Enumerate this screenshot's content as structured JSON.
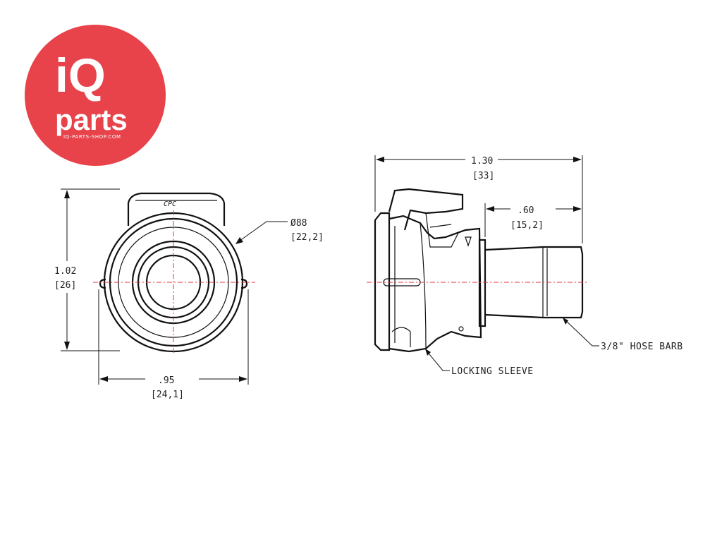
{
  "logo": {
    "brand_top": "iQ",
    "brand_bottom": "parts",
    "url": "IQ-PARTS-SHOP.COM",
    "background_color": "#e8434b"
  },
  "front_view": {
    "height_inch": "1.02",
    "height_mm": "[26]",
    "diameter_inch": "Ø88",
    "diameter_mm": "[22,2]",
    "width_inch": ".95",
    "width_mm": "[24,1]",
    "embossed_mark": "CPC"
  },
  "side_view": {
    "length_inch": "1.30",
    "length_mm": "[33]",
    "barb_length_inch": ".60",
    "barb_length_mm": "[15,2]",
    "barb_label": "3/8\" HOSE BARB",
    "sleeve_label": "LOCKING SLEEVE"
  },
  "colors": {
    "line": "#111111",
    "centerline": "#e0353b"
  }
}
